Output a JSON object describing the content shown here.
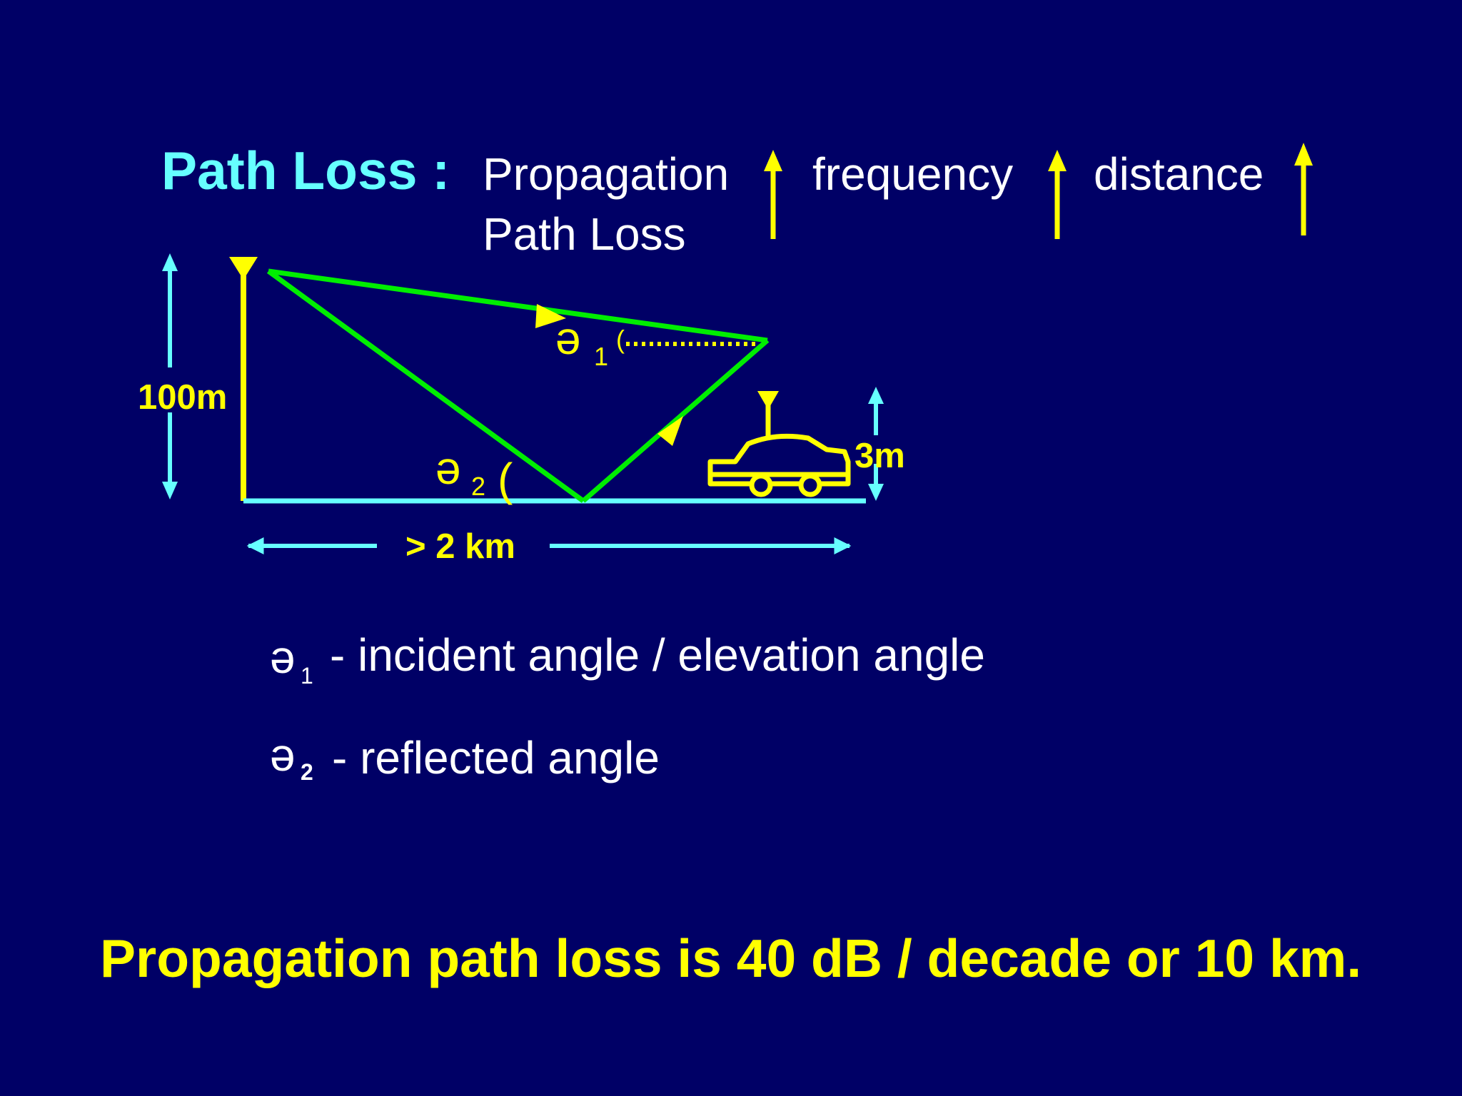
{
  "header": {
    "title": "Path Loss :",
    "propagation_line1": "Propagation",
    "propagation_line2": "Path Loss",
    "frequency": "frequency",
    "distance": "distance"
  },
  "diagram": {
    "height_label": "100m",
    "mobile_height_label": "3m",
    "distance_label": "> 2 km",
    "theta_symbol": "ə",
    "theta1_sub": "1",
    "theta2_sub": "2",
    "angle_mark": "("
  },
  "legend": {
    "theta1_symbol": "ə",
    "theta1_sub": "1",
    "theta1_desc": "- incident angle / elevation angle",
    "theta2_symbol": "ə",
    "theta2_sub": "2",
    "theta2_desc": "- reflected angle"
  },
  "footer": {
    "statement": "Propagation path loss is 40 dB / decade or 10 km."
  },
  "colors": {
    "background": "#000066",
    "cyan": "#66ffff",
    "yellow": "#ffff00",
    "green": "#00ee00",
    "white": "#ffffff"
  }
}
